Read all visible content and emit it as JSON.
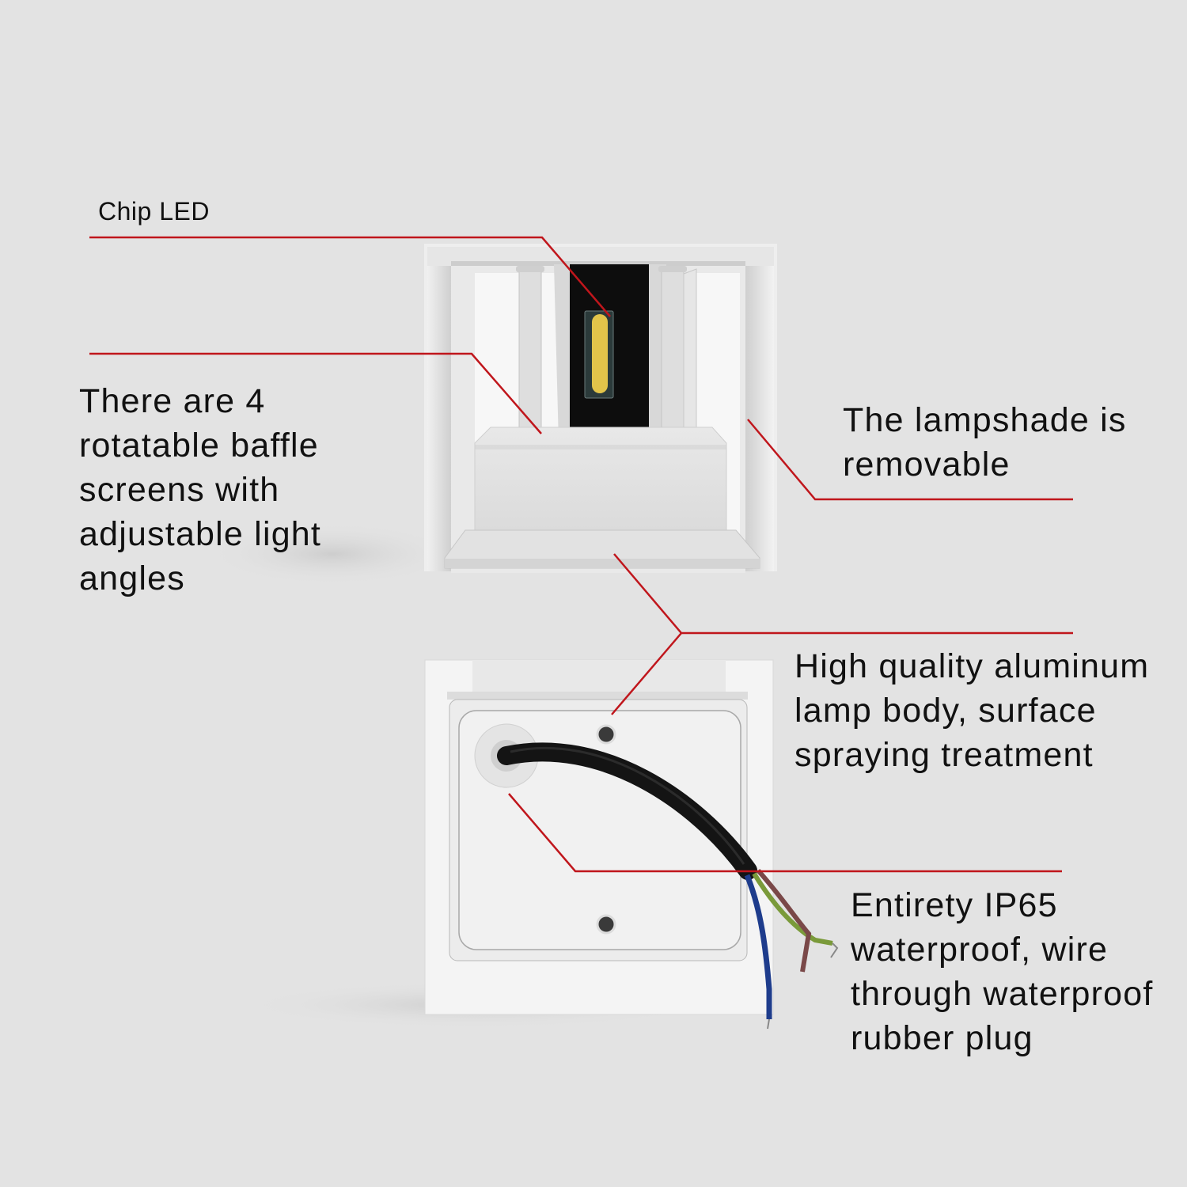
{
  "callouts": {
    "chip_led": "Chip LED",
    "baffles": "There are 4\nrotatable baffle\nscreens with\nadjustable light\nangles",
    "lampshade": "The lampshade is\nremovable",
    "body": "High quality aluminum\nlamp body, surface\nspraying treatment",
    "waterproof": "Entirety IP65\nwaterproof, wire\nthrough waterproof\nrubber plug"
  },
  "colors": {
    "background": "#e3e3e3",
    "leader_line": "#c0161c",
    "led_chip": "#e2c44a",
    "lamp_body": "#f2f2f2",
    "cable": "#1a1a1a"
  }
}
